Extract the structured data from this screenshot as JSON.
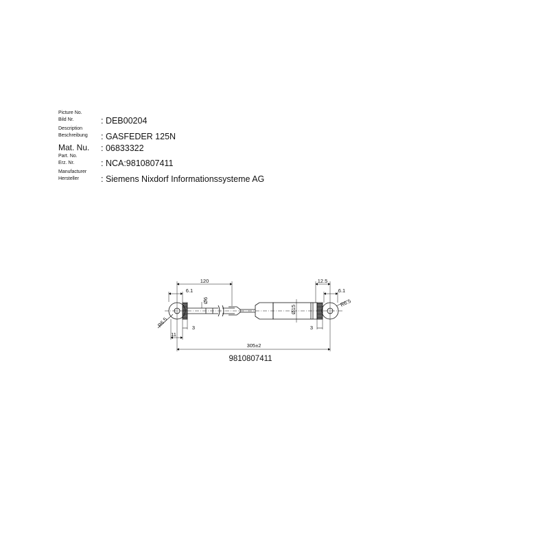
{
  "sheet": {
    "labels": {
      "picture_no": "Picture No.",
      "bild_nr": "Bild Nr.",
      "description": "Description",
      "beschreibung": "Beschreibung",
      "mat_nu": "Mat. Nu.",
      "part_no": "Part. No.",
      "erz_nr": "Erz. Nr.",
      "manufacturer": "Manufacturer",
      "hersteller": "Hersteller"
    },
    "values": {
      "picture": ": DEB00204",
      "description": ": GASFEDER 125N",
      "mat_nu": ": 06833322",
      "part": ": NCA:9810807411",
      "manufacturer": ": Siemens Nixdorf Informationssysteme AG"
    }
  },
  "drawing": {
    "dims": {
      "stroke_len": "120",
      "eye_width_right": "12.5",
      "offset_left": "6.1",
      "offset_right": "6.1",
      "rod_dia": "Ø6",
      "tube_dia": "Ø15",
      "eye_radius_left": "R6.5",
      "eye_radius_right": "R6.5",
      "eye_thick_left": "3",
      "eye_thick_right": "3",
      "eye_len_left": "11",
      "total_len": "305±2"
    },
    "caption": "9810807411"
  }
}
